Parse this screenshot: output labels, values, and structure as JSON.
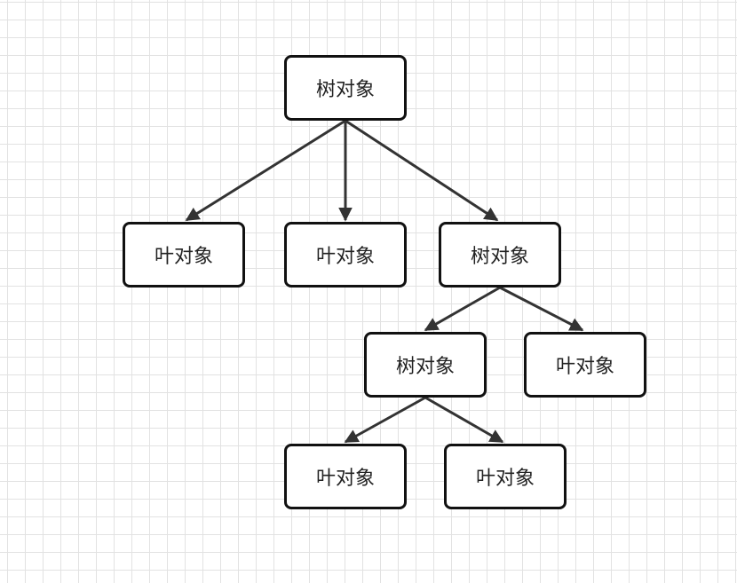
{
  "diagram": {
    "nodes": [
      {
        "id": "root",
        "label": "树对象"
      },
      {
        "id": "leaf1",
        "label": "叶对象"
      },
      {
        "id": "leaf2",
        "label": "叶对象"
      },
      {
        "id": "tree2",
        "label": "树对象"
      },
      {
        "id": "tree3",
        "label": "树对象"
      },
      {
        "id": "leaf3",
        "label": "叶对象"
      },
      {
        "id": "leaf4",
        "label": "叶对象"
      },
      {
        "id": "leaf5",
        "label": "叶对象"
      }
    ],
    "edges": [
      {
        "from": "root",
        "to": "leaf1"
      },
      {
        "from": "root",
        "to": "leaf2"
      },
      {
        "from": "root",
        "to": "tree2"
      },
      {
        "from": "tree2",
        "to": "tree3"
      },
      {
        "from": "tree2",
        "to": "leaf3"
      },
      {
        "from": "tree3",
        "to": "leaf4"
      },
      {
        "from": "tree3",
        "to": "leaf5"
      }
    ],
    "colors": {
      "border": "#111111",
      "edge": "#333333",
      "grid": "#e2e2e2",
      "background": "#ffffff"
    }
  }
}
